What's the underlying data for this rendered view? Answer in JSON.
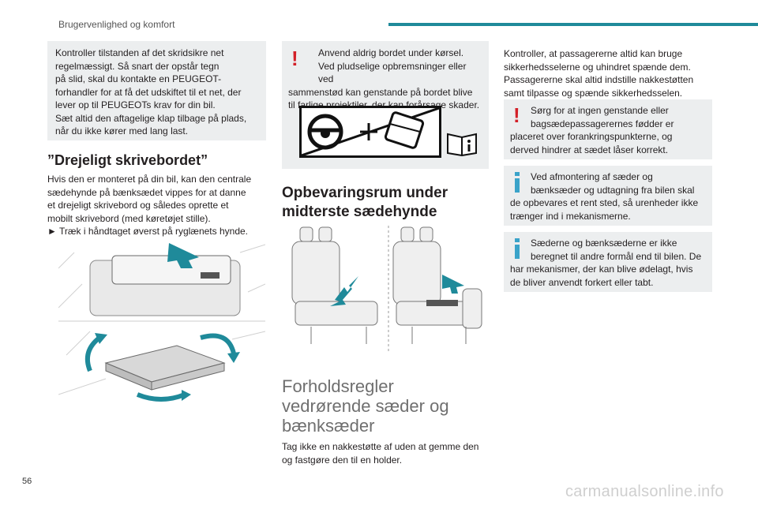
{
  "header": {
    "title": "Brugervenlighed og komfort"
  },
  "page_number": "56",
  "watermark": "carmanualsonline.info",
  "col1": {
    "box_lines": [
      "Kontroller tilstanden af det skridsikre net",
      "regelmæssigt. Så snart der opstår tegn",
      "på slid, skal du kontakte en PEUGEOT-",
      "forhandler for at få det udskiftet til et net, der",
      "lever op til PEUGEOTs krav for din bil.",
      "Sæt altid den aftagelige klap tilbage på plads,",
      "når du ikke kører med lang last."
    ],
    "heading": "”Drejeligt skrivebordet”",
    "para_lines": [
      "Hvis den er monteret på din bil, kan den centrale",
      "sædehynde på bænksædet vippes for at danne",
      "et drejeligt skrivebord og således oprette et",
      "mobilt skrivebord (med køretøjet stille).",
      "► Træk i håndtaget øverst på ryglænets hynde."
    ]
  },
  "col2": {
    "warning_lines": [
      "Anvend aldrig bordet under kørsel.",
      "Ved pludselige opbremsninger eller ved",
      "sammenstød kan genstande på bordet blive",
      "til farlige projektiler, der kan forårsage skader."
    ],
    "heading_lines": [
      "Opbevaringsrum under",
      "midterste sædehynde"
    ],
    "subheading_lines": [
      "Forholdsregler",
      "vedrørende sæder og",
      "bænksæder"
    ],
    "para_lines": [
      "Tag ikke en nakkestøtte af uden at gemme den",
      "og fastgøre den til en holder."
    ]
  },
  "col3": {
    "para_lines": [
      "Kontroller, at passagererne altid kan bruge",
      "sikkerhedsselerne og uhindret spænde dem.",
      "Passagererne skal altid indstille nakkestøtten",
      "samt tilpasse og spænde sikkerhedsselen."
    ],
    "warning_lines": [
      "Sørg for at ingen genstande eller",
      "bagsædepassagerernes fødder er",
      "placeret over forankringspunkterne, og",
      "derved hindrer at sædet låser korrekt."
    ],
    "info1_lines": [
      "Ved afmontering af sæder og",
      "bænksæder og udtagning fra bilen skal",
      "de opbevares et rent sted, så urenheder ikke",
      "trænger ind i mekanismerne."
    ],
    "info2_lines": [
      "Sæderne og bænksæderne er ikke",
      "beregnet til andre formål end til bilen. De",
      "har mekanismer, der kan blive ødelagt, hvis",
      "de bliver anvendt forkert eller tabt."
    ]
  },
  "colors": {
    "accent": "#1f8a9a",
    "warning": "#d32028",
    "info": "#3aa3c9",
    "box": "#eceeef",
    "arrow": "#1f8a9a"
  },
  "icons": [
    "warning-icon",
    "info-icon",
    "steering-wheel-icon",
    "book-info-icon",
    "arrow-icon"
  ]
}
